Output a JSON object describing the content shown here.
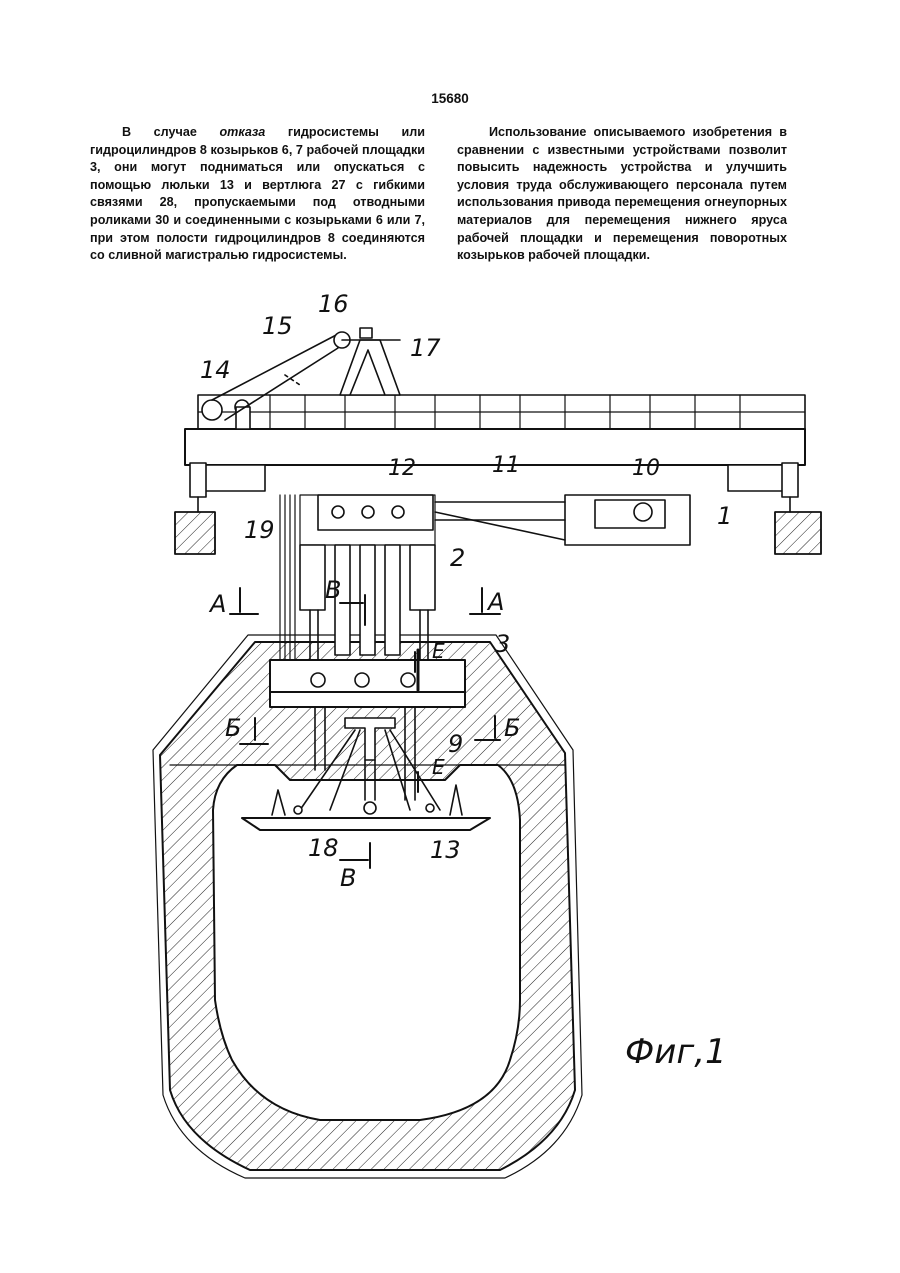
{
  "page_number": "15680",
  "left_column": {
    "p1_before": "В случае ",
    "p1_italic": "отказа",
    "p1_after": " гидросистемы или гидроцилиндров 8 козырьков 6, 7 рабочей площадки 3, они могут подниматься или опускаться с помощью люльки 13 и вертлюга 27 с гибкими связями 28, пропускаемыми под отводными роликами 30 и соединенными с козырьками 6 или 7, при этом полости гидроцилиндров 8 соединяются со сливной магистралью гидросистемы."
  },
  "right_column": {
    "p1": "Использование описываемого изобретения в сравнении с известными устройствами позволит повысить надежность устройства и улучшить условия труда обслуживающего персонала путем использования привода перемещения огнеупорных материалов для перемещения нижнего яруса рабочей площадки и перемещения поворотных козырьков рабочей площадки."
  },
  "figure": {
    "caption": "Фиг,1",
    "labels": {
      "n1": "1",
      "n2": "2",
      "n3": "3",
      "n9": "9",
      "n10": "10",
      "n11": "11",
      "n12": "12",
      "n13": "13",
      "n14": "14",
      "n15": "15",
      "n16": "16",
      "n17": "17",
      "n18": "18",
      "n19": "19",
      "secA": "A",
      "secB": "Б",
      "secV": "В",
      "secE": "Е"
    }
  }
}
